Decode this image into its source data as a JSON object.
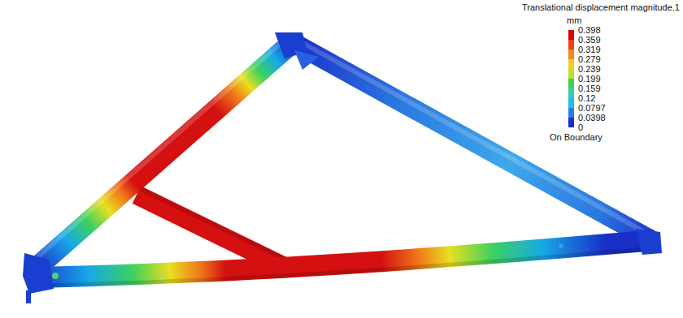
{
  "diagram": {
    "labels": [
      "Translational displacement magnitude.1",
      "mm",
      "0.398",
      "0.359",
      "0.319",
      "0.279",
      "0.239",
      "0.199",
      "0.159",
      "0.12",
      "0.0797",
      "0.0398",
      "0",
      "On Boundary"
    ]
  }
}
